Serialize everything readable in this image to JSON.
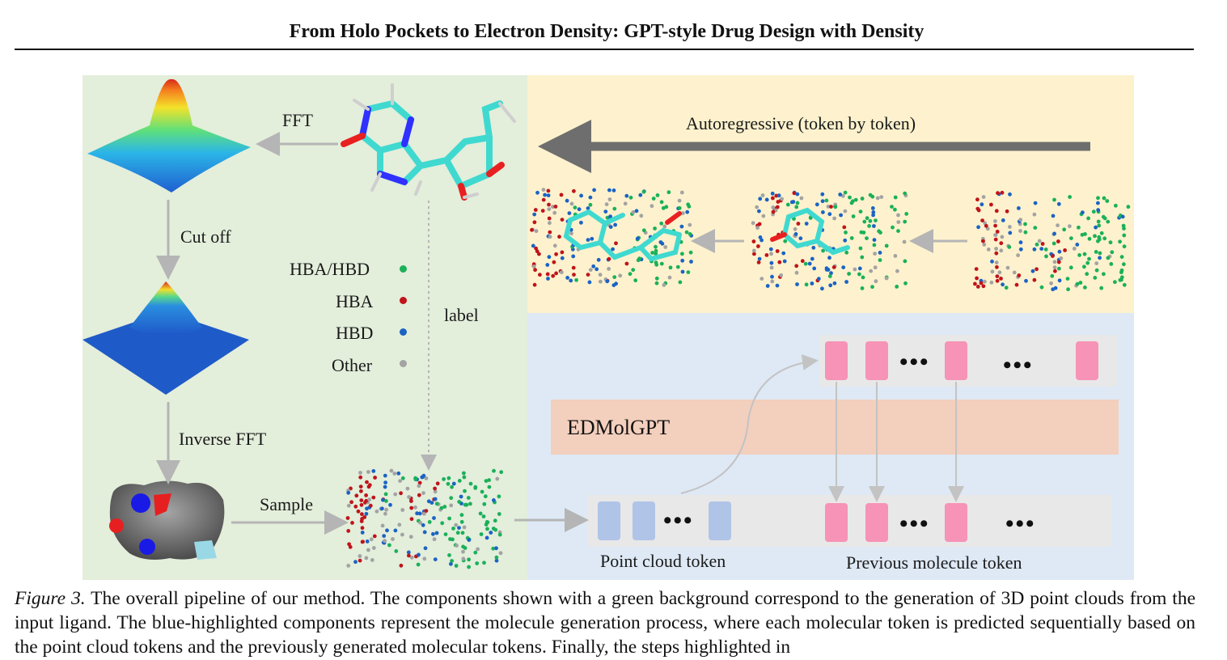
{
  "header": {
    "running_title": "From Holo Pockets to Electron Density: GPT-style Drug Design with Density"
  },
  "figure": {
    "labels": {
      "fft": "FFT",
      "cut_off": "Cut off",
      "inverse_fft": "Inverse FFT",
      "sample": "Sample",
      "label": "label",
      "autoregressive": "Autoregressive (token by token)",
      "model": "EDMolGPT",
      "point_cloud_token": "Point cloud token",
      "previous_molecule_token": "Previous molecule token",
      "ellipsis": "•••"
    },
    "legend": [
      {
        "label": "HBA/HBD",
        "color": "#1bb05a"
      },
      {
        "label": "HBA",
        "color": "#c0141b"
      },
      {
        "label": "HBD",
        "color": "#1b63c4"
      },
      {
        "label": "Other",
        "color": "#a3a3a3"
      }
    ],
    "colors": {
      "green_panel": "#e3eedb",
      "yellow_panel": "#fdf2cd",
      "blue_panel": "#dee9f5",
      "model_block": "#f3cfbd",
      "molecule_token": "#f693b6",
      "point_cloud_token": "#b0c4e8",
      "molecule_bonds": "#3fd9d0"
    }
  },
  "caption": {
    "figure_label": "Figure 3.",
    "text": "The overall pipeline of our method. The components shown with a green background correspond to the generation of 3D point clouds from the input ligand. The blue-highlighted components represent the molecule generation process, where each molecular token is predicted sequentially based on the point cloud tokens and the previously generated molecular tokens. Finally, the steps highlighted in"
  }
}
